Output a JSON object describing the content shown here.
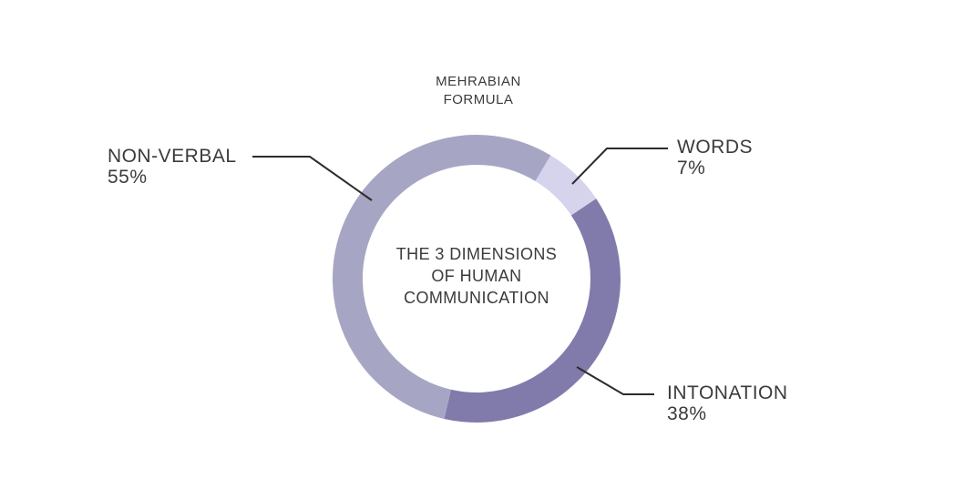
{
  "page": {
    "background": "#ffffff"
  },
  "colors": {
    "text": "#3b3b3b",
    "leader_line": "#2b2b2b"
  },
  "chart_data": {
    "type": "donut",
    "title_lines": [
      "MEHRABIAN",
      "FORMULA"
    ],
    "center_label_lines": [
      "THE 3 DIMENSIONS",
      "OF HUMAN",
      "COMMUNICATION"
    ],
    "start_angle_deg": 31,
    "legend_position": "callout-labels",
    "segments": [
      {
        "label": "WORDS",
        "value_pct": 7,
        "pct_label": "7%",
        "color": "#d6d3ed"
      },
      {
        "label": "INTONATION",
        "value_pct": 38,
        "pct_label": "38%",
        "color": "#817bac"
      },
      {
        "label": "NON-VERBAL",
        "value_pct": 55,
        "pct_label": "55%",
        "color": "#a6a6c4"
      }
    ]
  }
}
